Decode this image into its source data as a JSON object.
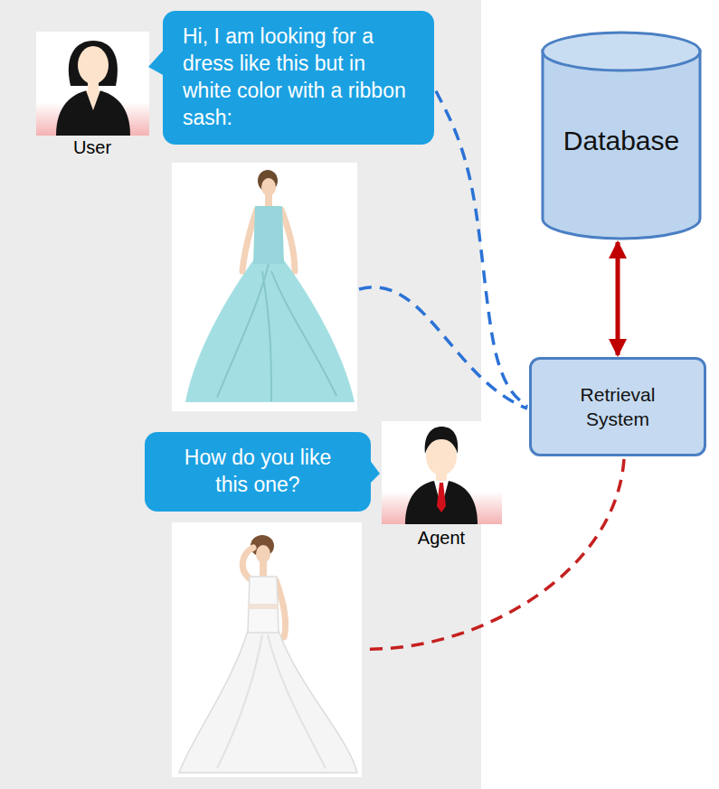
{
  "diagram": {
    "nodes": [
      {
        "text": [
          "Hi, I am looking for a dress like this but in white color with a ribbon sash:"
        ]
      },
      {
        "text": [
          "Database"
        ]
      },
      {
        "text": [
          "Retrieval System"
        ]
      },
      {
        "text": [
          "How do you like this one?"
        ]
      }
    ],
    "edges": [
      {
        "from": 0,
        "to": 2,
        "arrow": "none"
      },
      {
        "from": 1,
        "to": 2,
        "arrow": "both"
      }
    ],
    "labels": [
      "User",
      "Agent"
    ]
  }
}
